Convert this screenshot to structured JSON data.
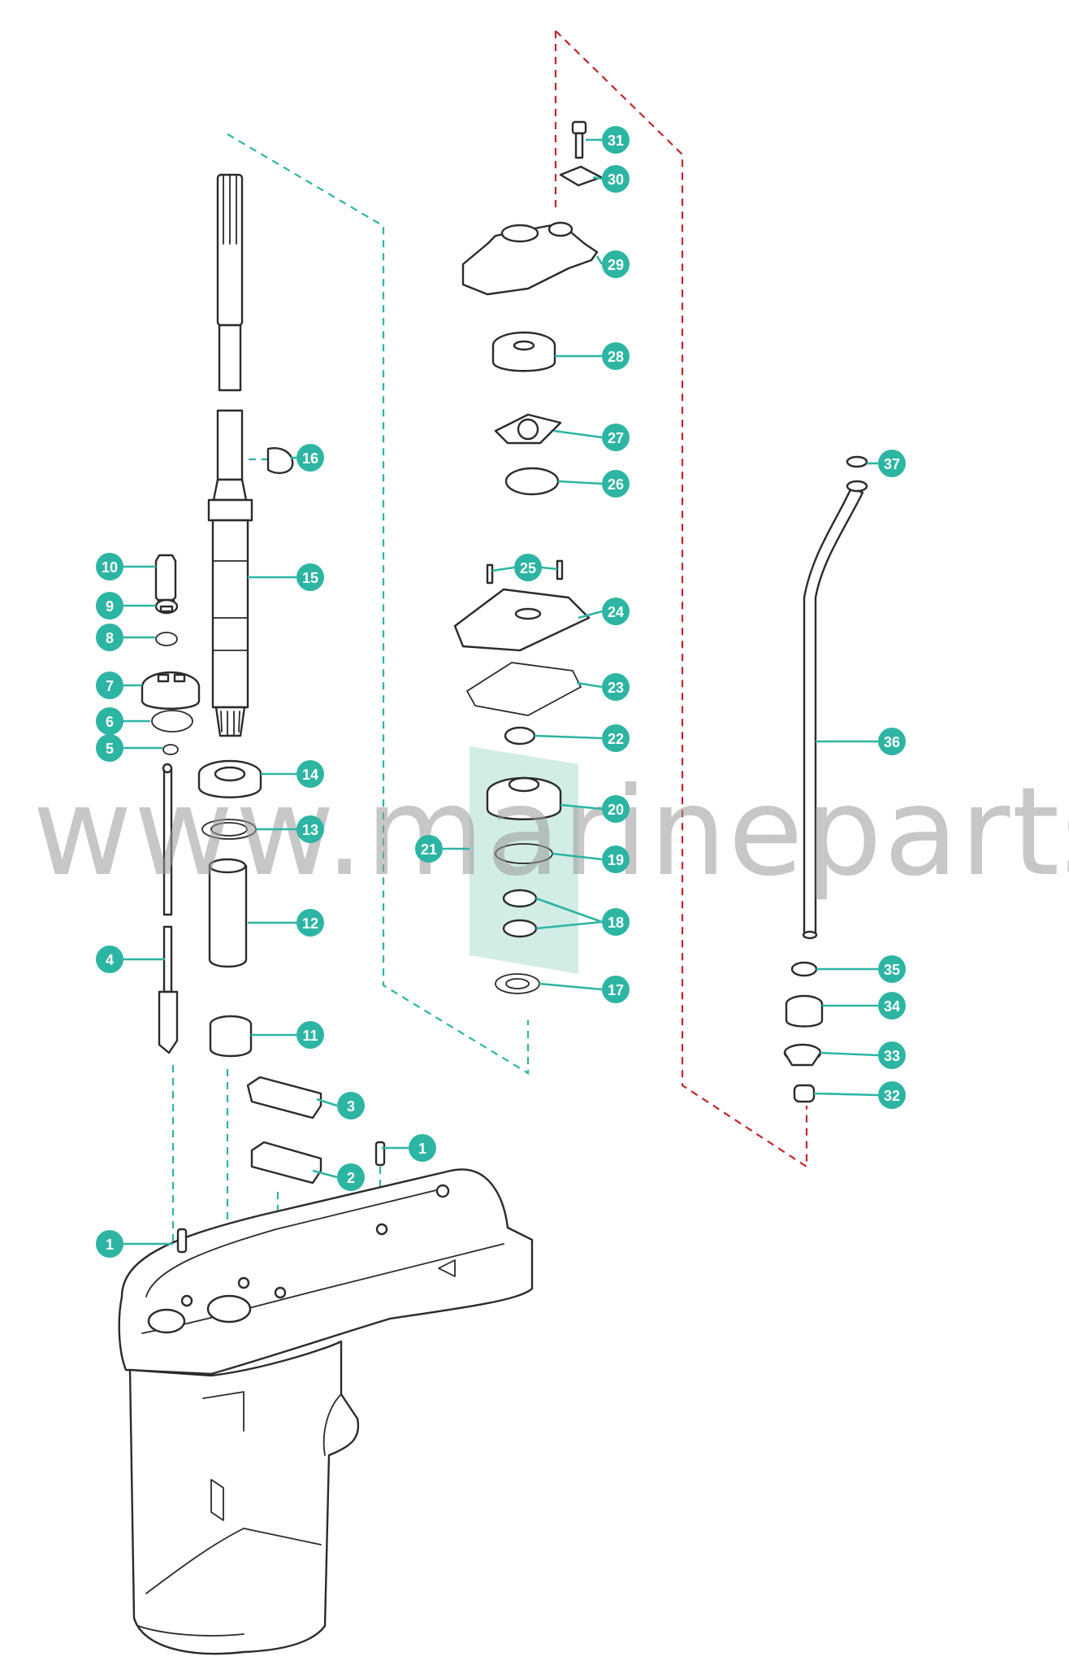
{
  "colors": {
    "accent": "#2db5a3",
    "dashed_red": "#c0262d",
    "outline": "#2b2b2b",
    "watermark": "#9a9a9a",
    "highlight": "#bfe6dc"
  },
  "watermark": "www.marineparts.eu",
  "callouts": [
    {
      "num": "1"
    },
    {
      "num": "1"
    },
    {
      "num": "2"
    },
    {
      "num": "3"
    },
    {
      "num": "4"
    },
    {
      "num": "5"
    },
    {
      "num": "6"
    },
    {
      "num": "7"
    },
    {
      "num": "8"
    },
    {
      "num": "9"
    },
    {
      "num": "10"
    },
    {
      "num": "11"
    },
    {
      "num": "12"
    },
    {
      "num": "13"
    },
    {
      "num": "14"
    },
    {
      "num": "15"
    },
    {
      "num": "16"
    },
    {
      "num": "17"
    },
    {
      "num": "18"
    },
    {
      "num": "19"
    },
    {
      "num": "20"
    },
    {
      "num": "21"
    },
    {
      "num": "22"
    },
    {
      "num": "23"
    },
    {
      "num": "24"
    },
    {
      "num": "25"
    },
    {
      "num": "26"
    },
    {
      "num": "27"
    },
    {
      "num": "28"
    },
    {
      "num": "29"
    },
    {
      "num": "30"
    },
    {
      "num": "31"
    },
    {
      "num": "32"
    },
    {
      "num": "33"
    },
    {
      "num": "34"
    },
    {
      "num": "35"
    },
    {
      "num": "36"
    },
    {
      "num": "37"
    }
  ]
}
